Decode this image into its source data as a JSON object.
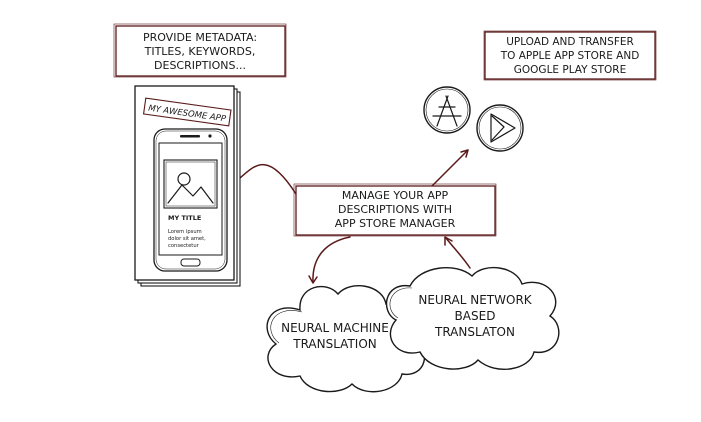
{
  "metadata_box": {
    "line1": "PROVIDE METADATA:",
    "line2": "TITLES, KEYWORDS,",
    "line3": "DESCRIPTIONS..."
  },
  "upload_box": {
    "line1": "UPLOAD AND TRANSFER",
    "line2": "TO APPLE APP STORE AND",
    "line3": "GOOGLE PLAY STORE"
  },
  "manage_box": {
    "line1": "MANAGE YOUR APP",
    "line2": "DESCRIPTIONS WITH",
    "line3": "APP STORE MANAGER"
  },
  "app_label": "MY AWESOME APP",
  "phone": {
    "title": "MY TITLE",
    "body_line1": "Lorem ipsum",
    "body_line2": "dolor sit amet,",
    "body_line3": "consectetur"
  },
  "cloud_nmt": {
    "line1": "NEURAL MACHINE",
    "line2": "TRANSLATION"
  },
  "cloud_nn": {
    "line1": "NEURAL NETWORK",
    "line2": "BASED",
    "line3": "TRANSLATON"
  },
  "icons": {
    "apple": "app-store-icon",
    "google": "google-play-icon"
  },
  "colors": {
    "ink": "#1a1a1a",
    "accent": "#5a1a1a"
  }
}
